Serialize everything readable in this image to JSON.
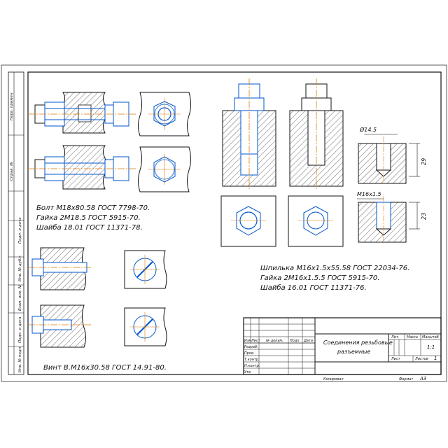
{
  "notes": {
    "bolt": [
      "Болт М18х80.58 ГОСТ 7798-70.",
      "Гайка 2М18.5 ГОСТ 5915-70.",
      "Шайба 18.01 ГОСТ 11371-78."
    ],
    "screw": "Винт В.М16х30.58 ГОСТ 14.91-80.",
    "stud": [
      "Шпилька М16х1.5х55.58 ГОСТ 22034-76.",
      "Гайка 2М16х1.5.5 ГОСТ 5915-70.",
      "Шайба 16.01 ГОСТ 11371-76."
    ]
  },
  "dims": {
    "hole_diameter": "Ø14.5",
    "thread": "М16х1.5",
    "depth_upper": "29",
    "depth_lower": "23"
  },
  "left_strip": [
    "Перв. примен.",
    "Справ. №",
    "Подп. и дата",
    "Инв. № дубл.",
    "Взам. инв. №",
    "Подп. и дата",
    "Инв. № подл."
  ],
  "title_block": {
    "title": [
      "Соединения резьбовые",
      "разъемные"
    ],
    "header_cols": [
      "Изм",
      "Лист",
      "№ докум.",
      "Подп.",
      "Дата"
    ],
    "roles": [
      "Разраб.",
      "Пров.",
      "Т.контр.",
      "",
      "Н.контр.",
      "Утв."
    ],
    "lit": "Лит.",
    "mass": "Масса",
    "scale": "Масштаб",
    "scale_value": "1:1",
    "sheet": "Лист",
    "sheets": "Листов",
    "sheets_value": "1",
    "copied": "Копировал",
    "format": "Формат",
    "format_value": "А3"
  },
  "colors": {
    "outline": "#1a1a1a",
    "part": "#0055cc",
    "center": "#e07800",
    "hatch": "#333333"
  }
}
